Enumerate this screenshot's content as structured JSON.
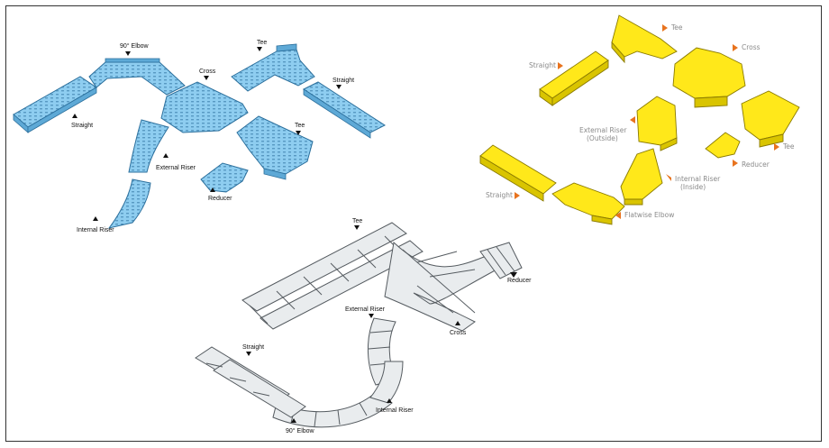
{
  "diagrams": {
    "blue": {
      "elbow_90": "90° Elbow",
      "tee_top": "Tee",
      "cross": "Cross",
      "straight_right": "Straight",
      "straight_left": "Straight",
      "tee_right": "Tee",
      "external_riser": "External Riser",
      "reducer": "Reducer",
      "internal_riser": "Internal Riser"
    },
    "yellow": {
      "tee_top": "Tee",
      "cross": "Cross",
      "straight_top": "Straight",
      "external_riser_line1": "External Riser",
      "external_riser_line2": "(Outside)",
      "tee_right": "Tee",
      "reducer": "Reducer",
      "straight_left": "Straight",
      "internal_riser_line1": "Internal Riser",
      "internal_riser_line2": "(Inside)",
      "flatwise_elbow": "Flatwise Elbow"
    },
    "ladder": {
      "tee": "Tee",
      "reducer": "Reducer",
      "external_riser": "External Riser",
      "cross": "Cross",
      "straight": "Straight",
      "internal_riser": "Internal Riser",
      "elbow_90": "90° Elbow"
    }
  },
  "colors": {
    "blue_tray": "#8ecdf0",
    "blue_edge": "#2b6f9c",
    "yellow_tray": "#ffe81a",
    "yellow_edge": "#8a7a00",
    "ladder_fill": "#e9ecee",
    "ladder_edge": "#555b60",
    "arrow_orange": "#e8731e"
  }
}
